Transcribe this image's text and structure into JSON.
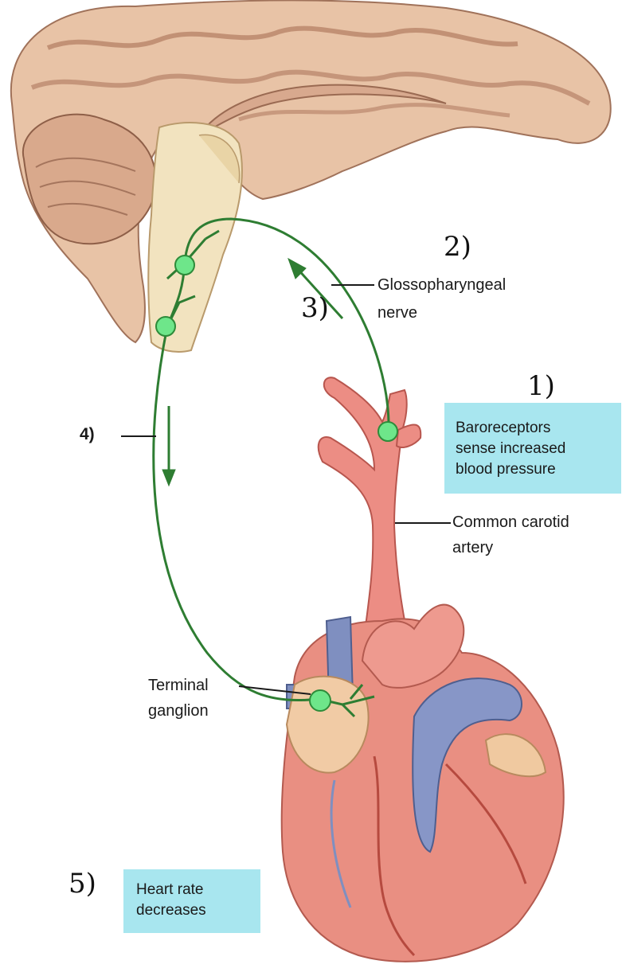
{
  "steps": {
    "step1": "1)",
    "step2": "2)",
    "step3": "3)",
    "step4": "4)",
    "step5": "5)"
  },
  "labels": {
    "nerve_line1": "Glossopharyngeal",
    "nerve_line2": "nerve",
    "artery_line1": "Common carotid",
    "artery_line2": "artery",
    "ganglion_line1": "Terminal",
    "ganglion_line2": "ganglion"
  },
  "boxes": {
    "baro_line1": "Baroreceptors",
    "baro_line2": "sense increased",
    "baro_line3": "blood pressure",
    "heart_line1": "Heart rate",
    "heart_line2": "decreases"
  },
  "colors": {
    "box": "#a8e6ef",
    "nerve": "#2e8b3a",
    "node": "#5fe07a",
    "artery": "#e8837a",
    "vein": "#7f8fc0",
    "brain": "#e0b89c"
  }
}
